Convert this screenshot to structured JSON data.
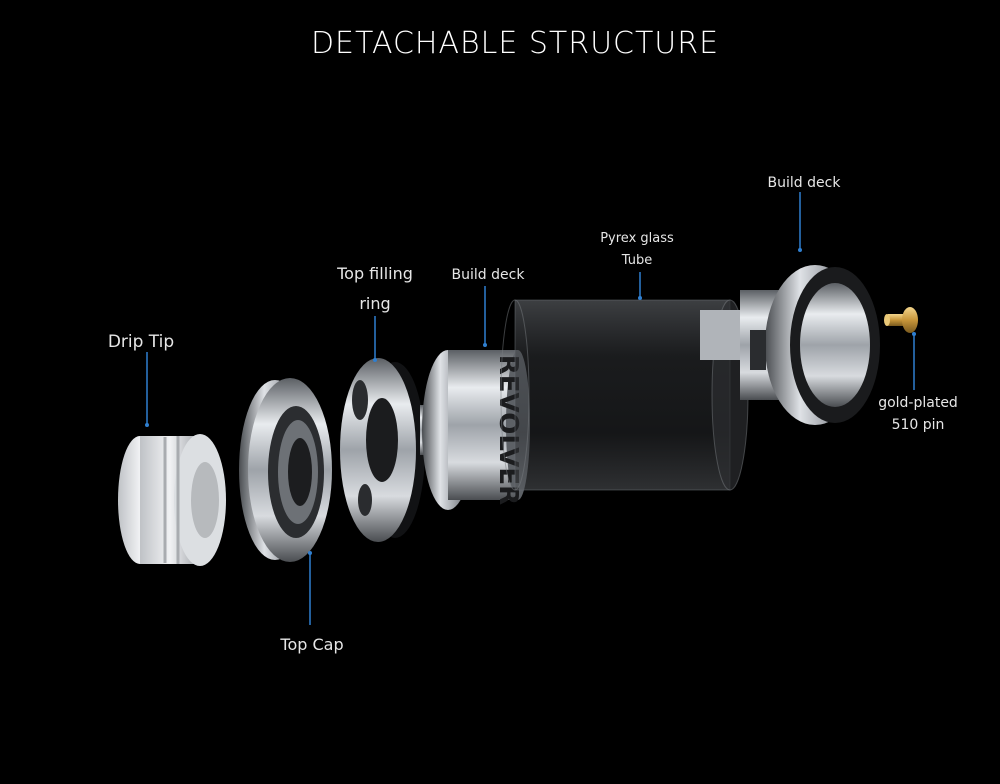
{
  "title": "DETACHABLE STRUCTURE",
  "labels": {
    "drip_tip": "Drip Tip",
    "top_filling_ring_line1": "Top filling",
    "top_filling_ring_line2": "ring",
    "build_deck_mid": "Build deck",
    "pyrex_line1": "Pyrex glass",
    "pyrex_line2": "Tube",
    "build_deck_right": "Build deck",
    "gold_line1": "gold-plated",
    "gold_line2": "510 pin",
    "top_cap": "Top Cap"
  },
  "brand_text": "REVOLVER",
  "colors": {
    "background": "#000000",
    "leader_line": "#2f7fd0",
    "label_text": "#e6e6e6",
    "metal": "#b8bcc2",
    "gold": "#d4a64a"
  }
}
